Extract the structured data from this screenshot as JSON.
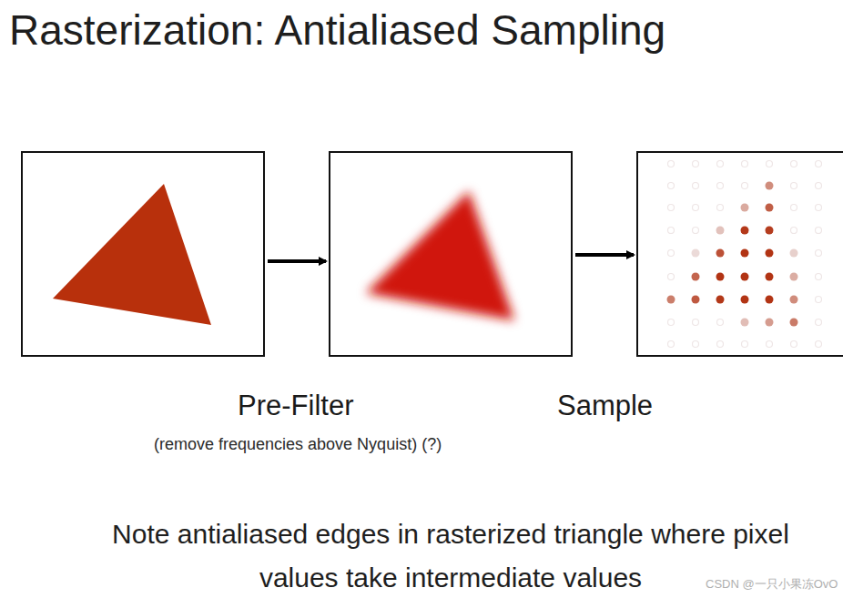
{
  "diagram": {
    "title": "Rasterization: Antialiased Sampling",
    "caption": "Note antialiased edges in rasterized triangle where pixel values take intermediate values",
    "labels": [
      "Pre-Filter",
      "(remove frequencies above Nyquist) (?)",
      "Sample",
      "CSDN @一只小果冻OvO"
    ]
  }
}
